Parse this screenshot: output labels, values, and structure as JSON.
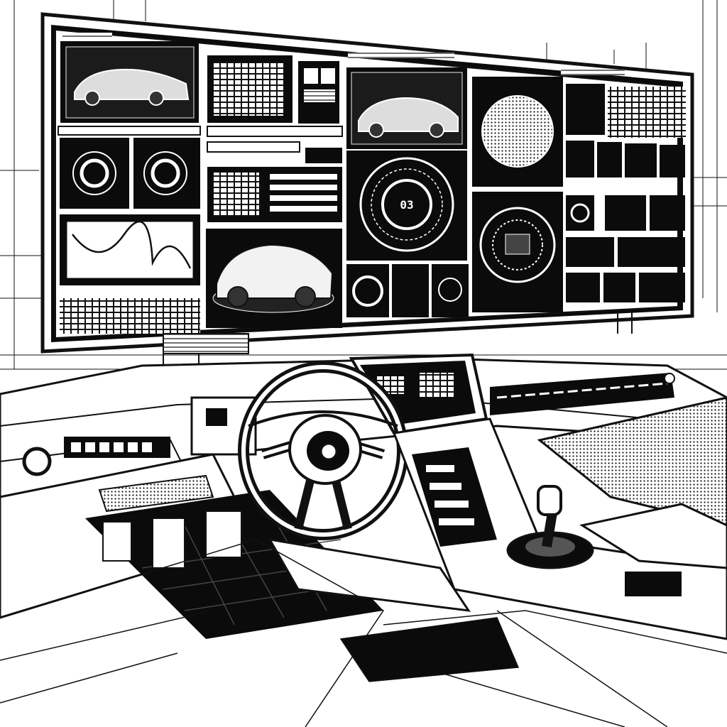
{
  "scene": {
    "description_free": true,
    "colors": {
      "ink": "#111111",
      "paper": "#ffffff",
      "screen": "#0b0b0b"
    }
  },
  "display_wall": {
    "readout": "03",
    "panels": [
      {
        "id": "car-render-top-left",
        "icon": "sports-car-icon"
      },
      {
        "id": "data-grid-top",
        "icon": "grid-icon"
      },
      {
        "id": "car-render-center",
        "icon": "sports-car-icon"
      },
      {
        "id": "planet-scan",
        "icon": "planet-icon"
      },
      {
        "id": "thumbnail-grid-right",
        "icon": "grid-icon"
      },
      {
        "id": "dual-gauges",
        "icon": "gauge-icon"
      },
      {
        "id": "readout-dial",
        "icon": "dial-icon"
      },
      {
        "id": "wave-graph",
        "icon": "waveform-icon"
      },
      {
        "id": "bar-list",
        "icon": "bars-icon"
      },
      {
        "id": "car-render-bottom",
        "icon": "sports-car-icon"
      },
      {
        "id": "speaker-dial",
        "icon": "speaker-icon"
      }
    ]
  },
  "dashboard": {
    "steering_wheel_icon": "steering-wheel-icon",
    "gear_lever_icon": "gear-lever-icon",
    "pedals_icon": "pedal-icon"
  }
}
